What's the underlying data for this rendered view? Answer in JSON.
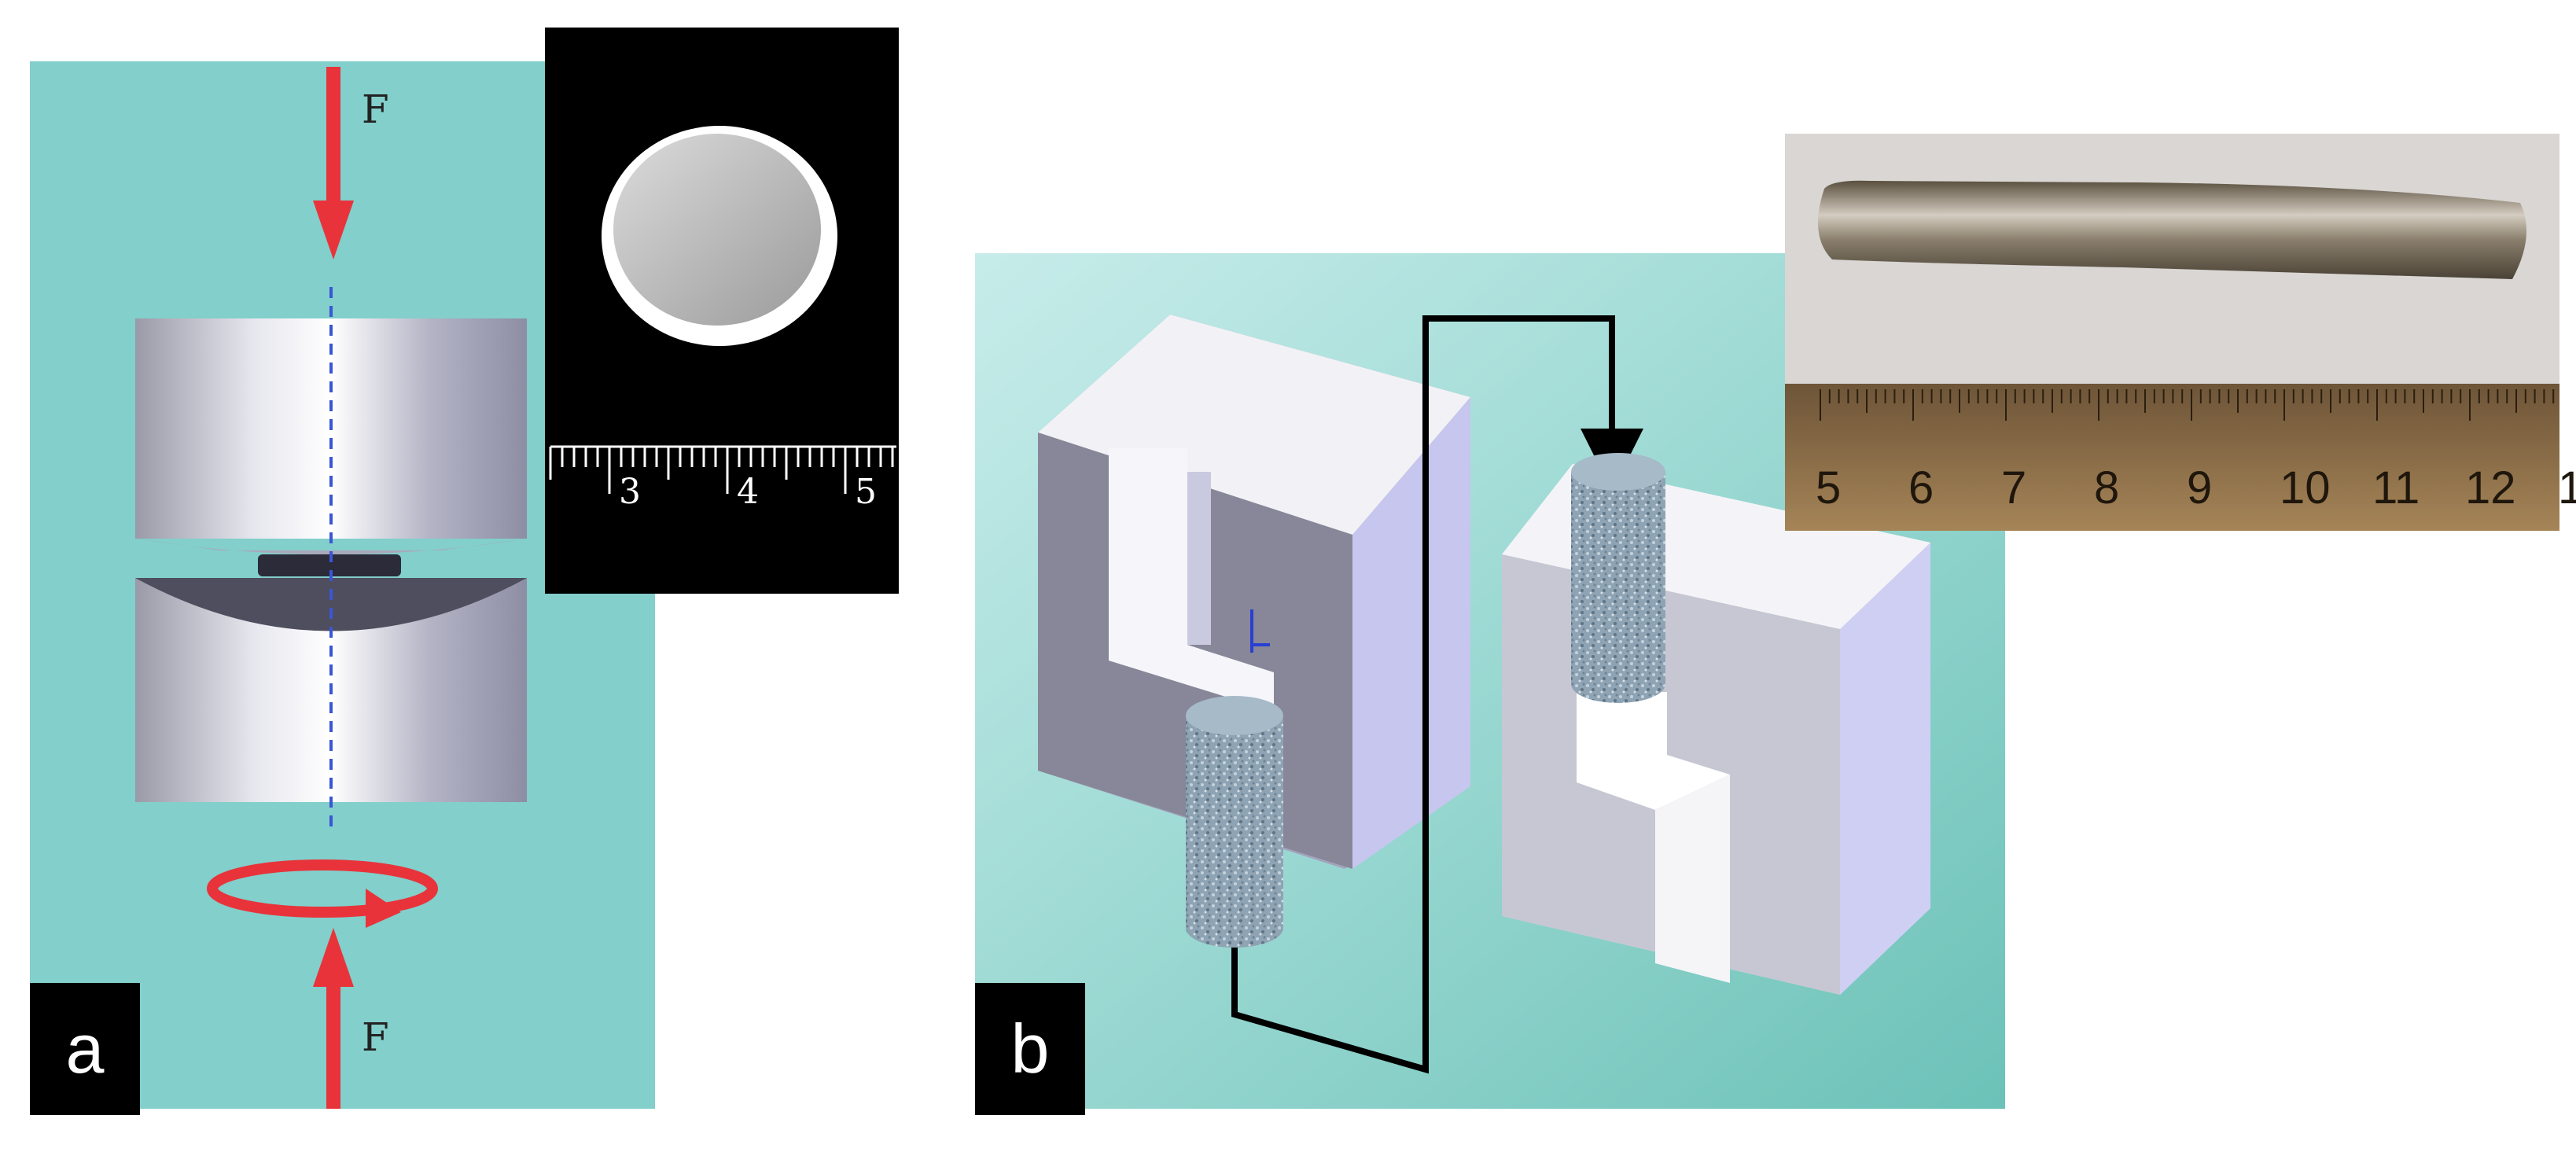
{
  "panels": {
    "a": {
      "label": "a"
    },
    "b": {
      "label": "b"
    }
  },
  "force": {
    "top": "F",
    "bottom": "F"
  },
  "ruler_a": {
    "ticks": [
      "3",
      "4",
      "5"
    ]
  },
  "ruler_b": {
    "ticks": [
      "5",
      "6",
      "7",
      "8",
      "9",
      "10",
      "11",
      "12",
      "1"
    ]
  },
  "colors": {
    "background_teal": "#82cfcb",
    "arrow_red": "#e8333a",
    "anvil_gray": "#b8b8c8",
    "specimen_speckle": "#8ea3b3",
    "ruler_bronze": "#8c6a3f",
    "photo_black": "#000000"
  }
}
